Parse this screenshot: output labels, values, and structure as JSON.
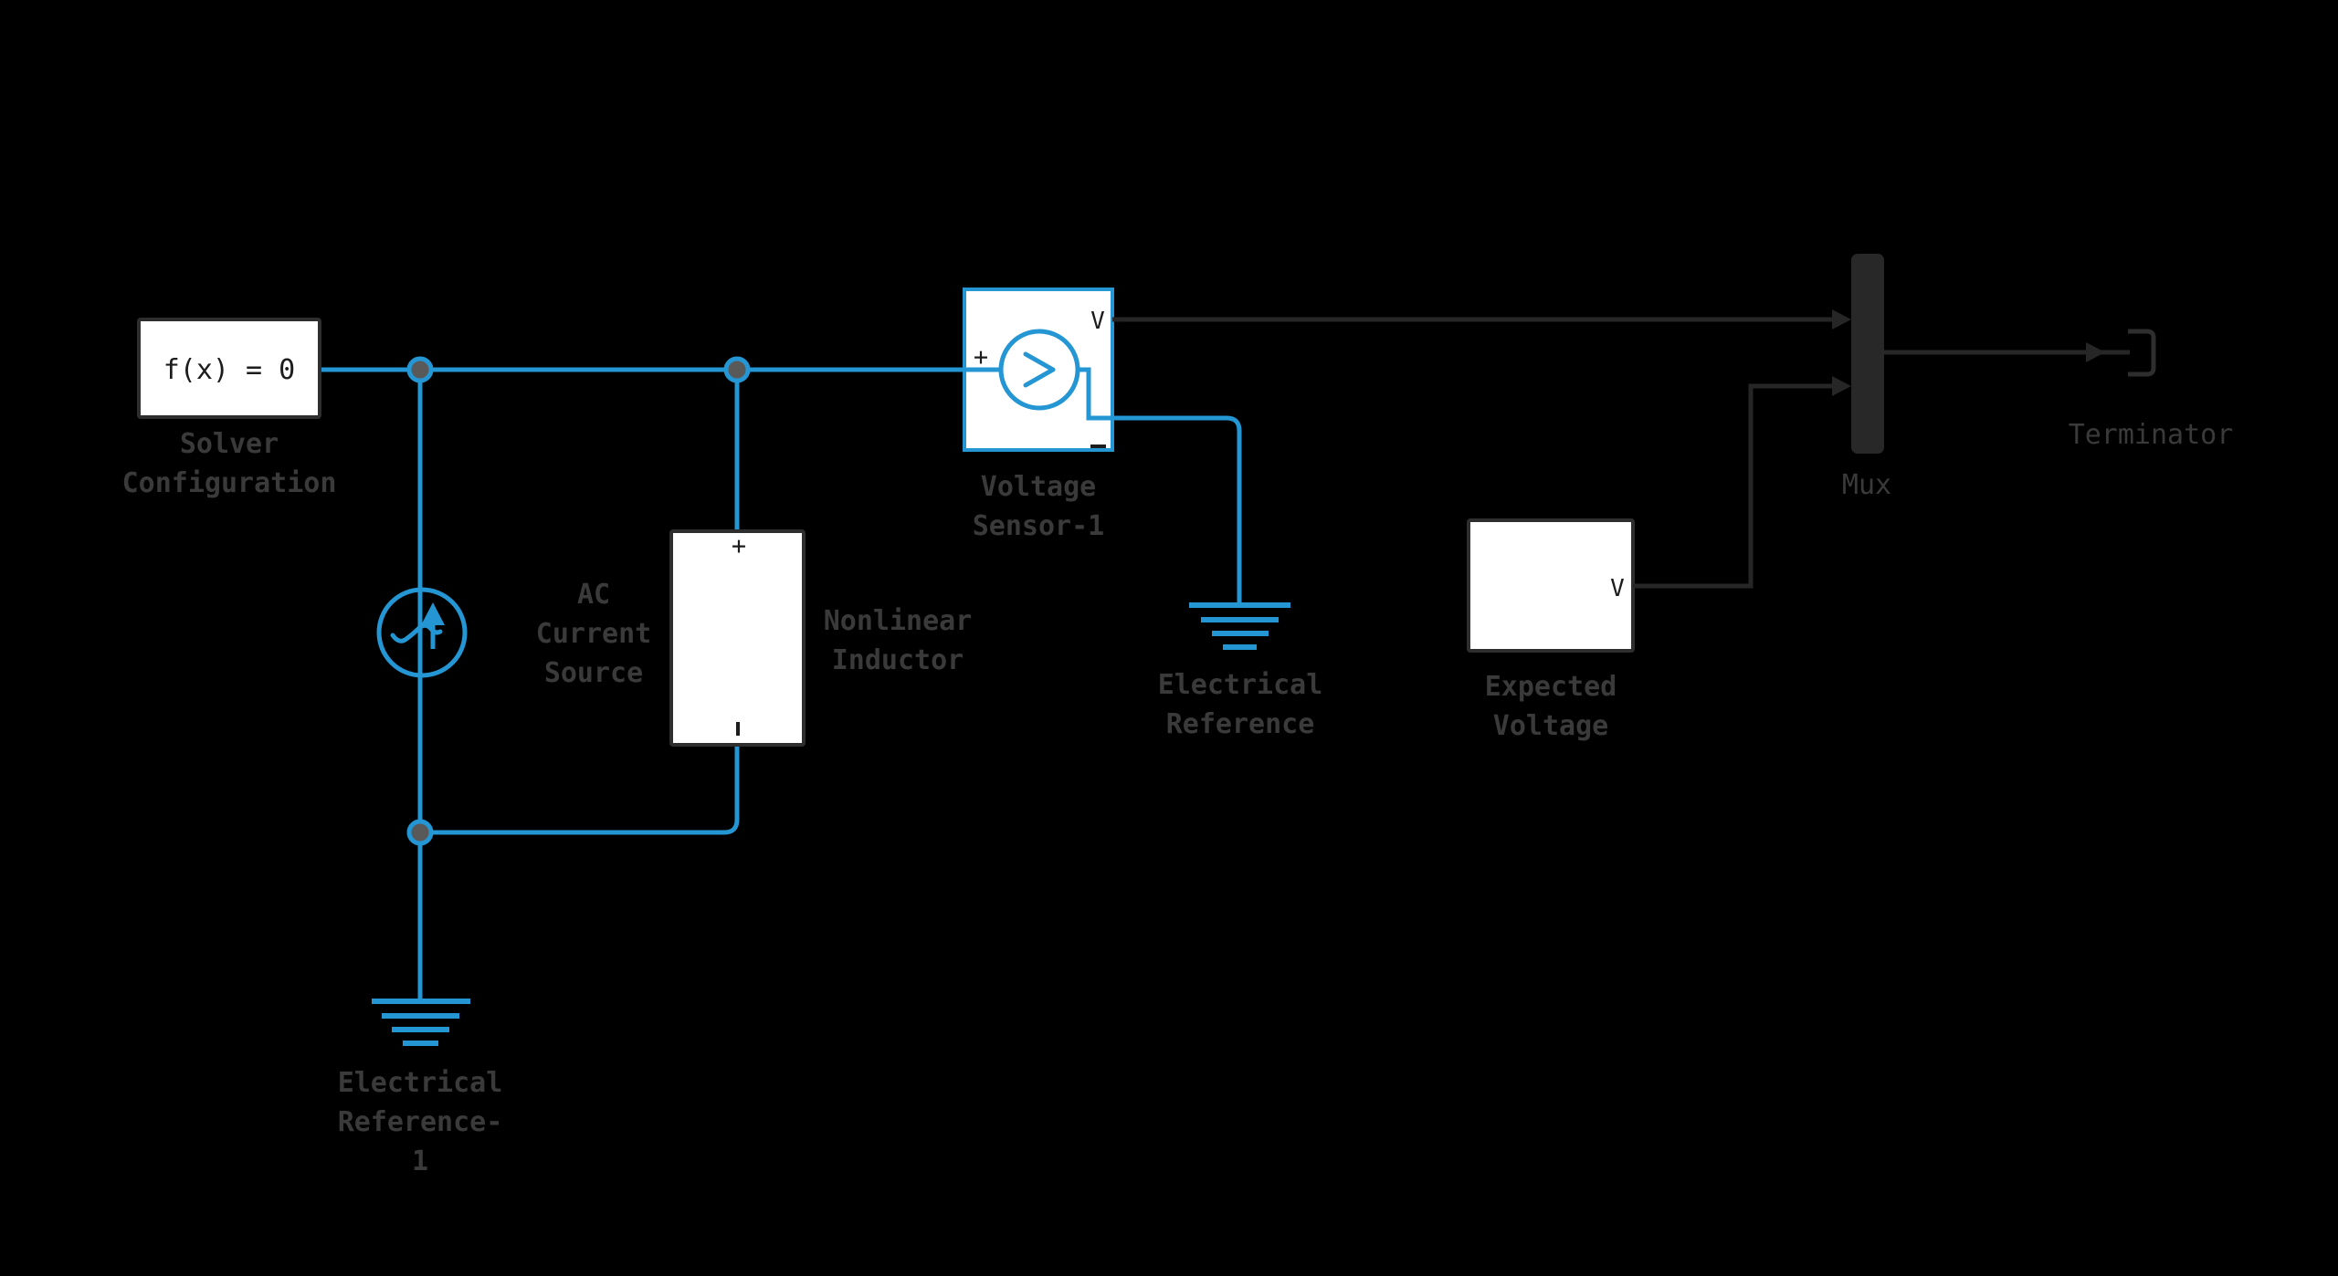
{
  "colors": {
    "background": "#000000",
    "physical_wire": "#2496D4",
    "signal_wire": "#262626",
    "block_border": "#2E2E2E",
    "block_fill": "#FFFFFF",
    "label_text": "#3A3A3A",
    "port_text": "#1C1C1C",
    "junction_fill": "#595959",
    "mux_fill": "#282828"
  },
  "blocks": {
    "solver_configuration": {
      "label": "Solver\nConfiguration",
      "display_text": "f(x) = 0"
    },
    "ac_current_source": {
      "label": "AC\nCurrent\nSource",
      "icon": "sine-wave-with-up-arrow"
    },
    "nonlinear_inductor": {
      "label": "Nonlinear\nInductor",
      "ports": {
        "plus": "+",
        "minus": "-"
      }
    },
    "voltage_sensor": {
      "label": "Voltage\nSensor-1",
      "ports": {
        "plus": "+",
        "v": "V",
        "minus": "-"
      },
      "icon": "greater-than-in-circle"
    },
    "electrical_reference": {
      "label": "Electrical\nReference",
      "icon": "ground"
    },
    "electrical_reference_1": {
      "label": "Electrical\nReference-\n1",
      "icon": "ground"
    },
    "expected_voltage": {
      "label": "Expected\nVoltage",
      "ports": {
        "v": "V"
      }
    },
    "mux": {
      "label": "Mux"
    },
    "terminator": {
      "label": "Terminator",
      "icon": "terminator-bracket"
    }
  },
  "connections": [
    {
      "path": "Solver Configuration -> Voltage Sensor-1 (+)",
      "type": "physical"
    },
    {
      "path": "junction 1 -> AC Current Source (top)",
      "type": "physical"
    },
    {
      "path": "AC Current Source (bottom) -> junction 3 -> Electrical Reference-1",
      "type": "physical"
    },
    {
      "path": "junction 2 -> Nonlinear Inductor (+)",
      "type": "physical"
    },
    {
      "path": "Nonlinear Inductor (-) -> junction 3",
      "type": "physical"
    },
    {
      "path": "Voltage Sensor-1 (-) -> Electrical Reference",
      "type": "physical"
    },
    {
      "path": "Voltage Sensor-1 (V) -> Mux (input 1)",
      "type": "signal"
    },
    {
      "path": "Expected Voltage (V) -> Mux (input 2)",
      "type": "signal"
    },
    {
      "path": "Mux -> Terminator",
      "type": "signal"
    }
  ]
}
